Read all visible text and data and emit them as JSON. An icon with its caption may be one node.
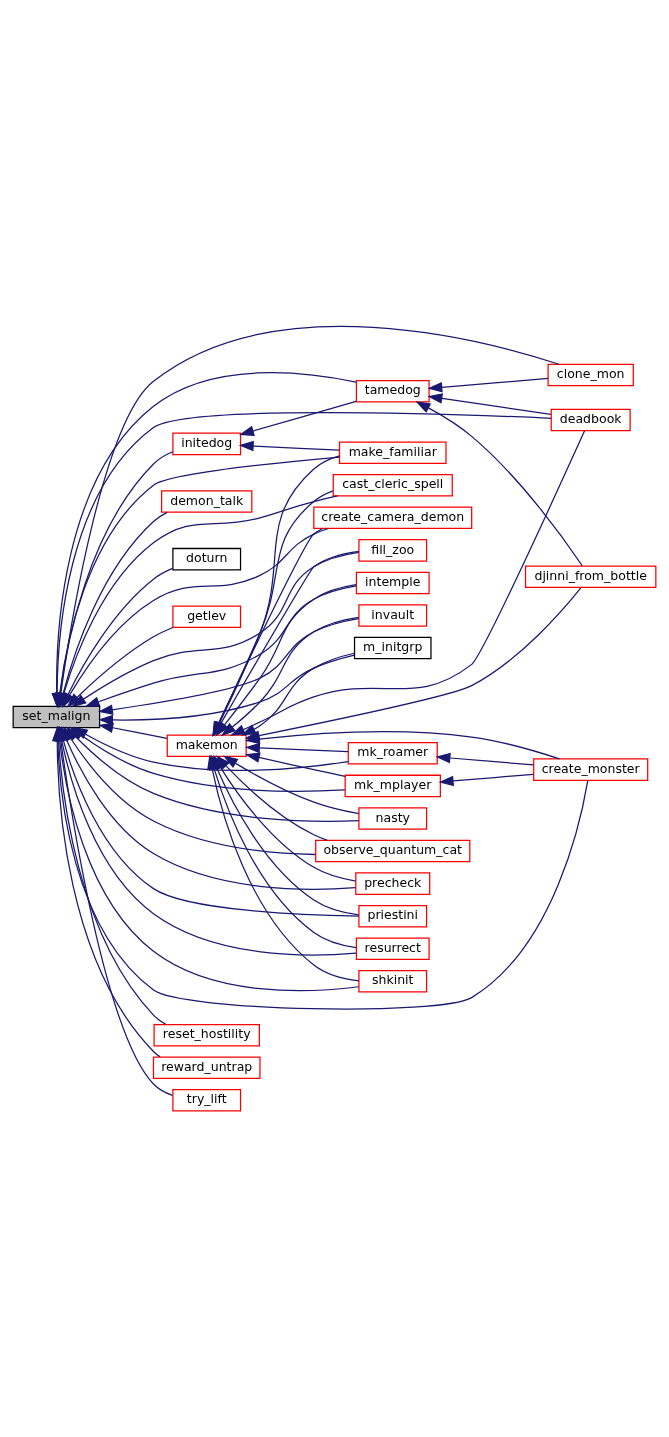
{
  "diagram": {
    "nodes": [
      {
        "text": [
          "clone_mon"
        ]
      },
      {
        "text": [
          "tamedog"
        ]
      },
      {
        "text": [
          "deadbook"
        ]
      },
      {
        "text": [
          "initedog"
        ]
      },
      {
        "text": [
          "make_familiar"
        ]
      },
      {
        "text": [
          "demon_talk"
        ]
      },
      {
        "text": [
          "cast_cleric_spell"
        ]
      },
      {
        "text": [
          "djinni_from_bottle"
        ]
      },
      {
        "text": [
          "doturn"
        ]
      },
      {
        "text": [
          "create_camera_demon"
        ]
      },
      {
        "text": [
          "getlev"
        ]
      },
      {
        "text": [
          "fill_zoo"
        ]
      },
      {
        "text": [
          "intemple"
        ]
      },
      {
        "text": [
          "invault"
        ]
      },
      {
        "text": [
          "m_initgrp"
        ]
      },
      {
        "text": [
          "set_malign"
        ]
      },
      {
        "text": [
          "makemon"
        ]
      },
      {
        "text": [
          "mk_roamer"
        ]
      },
      {
        "text": [
          "create_monster"
        ]
      },
      {
        "text": [
          "mk_mplayer"
        ]
      },
      {
        "text": [
          "nasty"
        ]
      },
      {
        "text": [
          "observe_quantum_cat"
        ]
      },
      {
        "text": [
          "precheck"
        ]
      },
      {
        "text": [
          "priestini"
        ]
      },
      {
        "text": [
          "resurrect"
        ]
      },
      {
        "text": [
          "shkinit"
        ]
      },
      {
        "text": [
          "reset_hostility"
        ]
      },
      {
        "text": [
          "reward_untrap"
        ]
      },
      {
        "text": [
          "try_lift"
        ]
      }
    ],
    "edges": [
      {
        "from": 0,
        "to": 15,
        "arrow": "to"
      },
      {
        "from": 2,
        "to": 15,
        "arrow": "to"
      },
      {
        "from": 1,
        "to": 15,
        "arrow": "to"
      },
      {
        "from": 3,
        "to": 15,
        "arrow": "to"
      },
      {
        "from": 6,
        "to": 15,
        "arrow": "to"
      },
      {
        "from": 5,
        "to": 15,
        "arrow": "to"
      },
      {
        "from": 9,
        "to": 15,
        "arrow": "to"
      },
      {
        "from": 8,
        "to": 15,
        "arrow": "to"
      },
      {
        "from": 4,
        "to": 15,
        "arrow": "to"
      },
      {
        "from": 10,
        "to": 15,
        "arrow": "to"
      },
      {
        "from": 11,
        "to": 15,
        "arrow": "to"
      },
      {
        "from": 12,
        "to": 15,
        "arrow": "to"
      },
      {
        "from": 13,
        "to": 15,
        "arrow": "to"
      },
      {
        "from": 14,
        "to": 15,
        "arrow": "to"
      },
      {
        "from": 16,
        "to": 15,
        "arrow": "to"
      },
      {
        "from": 17,
        "to": 15,
        "arrow": "to"
      },
      {
        "from": 19,
        "to": 15,
        "arrow": "to"
      },
      {
        "from": 20,
        "to": 15,
        "arrow": "to"
      },
      {
        "from": 21,
        "to": 15,
        "arrow": "to"
      },
      {
        "from": 22,
        "to": 15,
        "arrow": "to"
      },
      {
        "from": 23,
        "to": 15,
        "arrow": "to"
      },
      {
        "from": 24,
        "to": 15,
        "arrow": "to"
      },
      {
        "from": 25,
        "to": 15,
        "arrow": "to"
      },
      {
        "from": 18,
        "to": 15,
        "arrow": "to"
      },
      {
        "from": 26,
        "to": 15,
        "arrow": "to"
      },
      {
        "from": 27,
        "to": 15,
        "arrow": "to"
      },
      {
        "from": 28,
        "to": 15,
        "arrow": "to"
      },
      {
        "from": 4,
        "to": 16,
        "arrow": "to"
      },
      {
        "from": 6,
        "to": 16,
        "arrow": "to"
      },
      {
        "from": 9,
        "to": 16,
        "arrow": "to"
      },
      {
        "from": 11,
        "to": 16,
        "arrow": "to"
      },
      {
        "from": 12,
        "to": 16,
        "arrow": "to"
      },
      {
        "from": 13,
        "to": 16,
        "arrow": "to"
      },
      {
        "from": 14,
        "to": 16,
        "arrow": "to"
      },
      {
        "from": 2,
        "to": 16,
        "arrow": "to"
      },
      {
        "from": 7,
        "to": 16,
        "arrow": "to"
      },
      {
        "from": 18,
        "to": 16,
        "arrow": "to"
      },
      {
        "from": 17,
        "to": 16,
        "arrow": "to"
      },
      {
        "from": 19,
        "to": 16,
        "arrow": "to"
      },
      {
        "from": 20,
        "to": 16,
        "arrow": "to"
      },
      {
        "from": 21,
        "to": 16,
        "arrow": "to"
      },
      {
        "from": 22,
        "to": 16,
        "arrow": "to"
      },
      {
        "from": 23,
        "to": 16,
        "arrow": "to"
      },
      {
        "from": 24,
        "to": 16,
        "arrow": "to"
      },
      {
        "from": 25,
        "to": 16,
        "arrow": "to"
      },
      {
        "from": 0,
        "to": 1,
        "arrow": "to"
      },
      {
        "from": 2,
        "to": 1,
        "arrow": "to"
      },
      {
        "from": 7,
        "to": 1,
        "arrow": "to"
      },
      {
        "from": 1,
        "to": 3,
        "arrow": "to"
      },
      {
        "from": 4,
        "to": 3,
        "arrow": "to"
      },
      {
        "from": 18,
        "to": 17,
        "arrow": "to"
      },
      {
        "from": 18,
        "to": 19,
        "arrow": "to"
      }
    ]
  }
}
